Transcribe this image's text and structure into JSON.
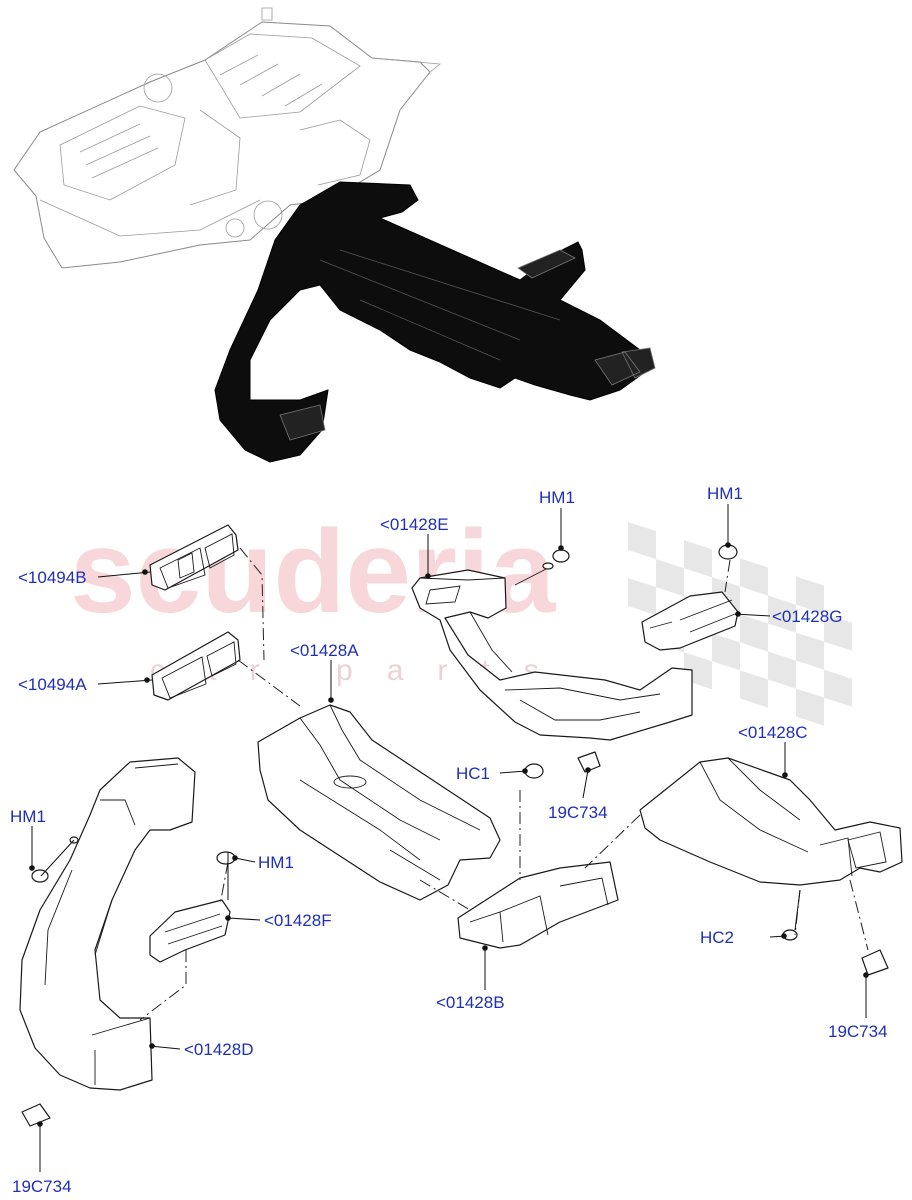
{
  "watermark": {
    "brand": "scuderia",
    "sub": "car parts",
    "flag_color": "#c8c8c8",
    "brand_color": "#f4b8bd"
  },
  "colors": {
    "callout": "#1f2fb8",
    "line": "#1a1a1a"
  },
  "callouts": {
    "c10494B": "<10494B",
    "c10494A": "<10494A",
    "c01428E": "<01428E",
    "hm1_top_center": "HM1",
    "hm1_top_right": "HM1",
    "c01428G": "<01428G",
    "c01428A": "<01428A",
    "c01428C": "<01428C",
    "hc1": "HC1",
    "c19c734_center": "19C734",
    "hm1_left": "HM1",
    "hm1_mid": "HM1",
    "c01428F": "<01428F",
    "hc2": "HC2",
    "c01428B": "<01428B",
    "c19c734_right": "19C734",
    "c01428D": "<01428D",
    "c19c734_bottom": "19C734"
  }
}
